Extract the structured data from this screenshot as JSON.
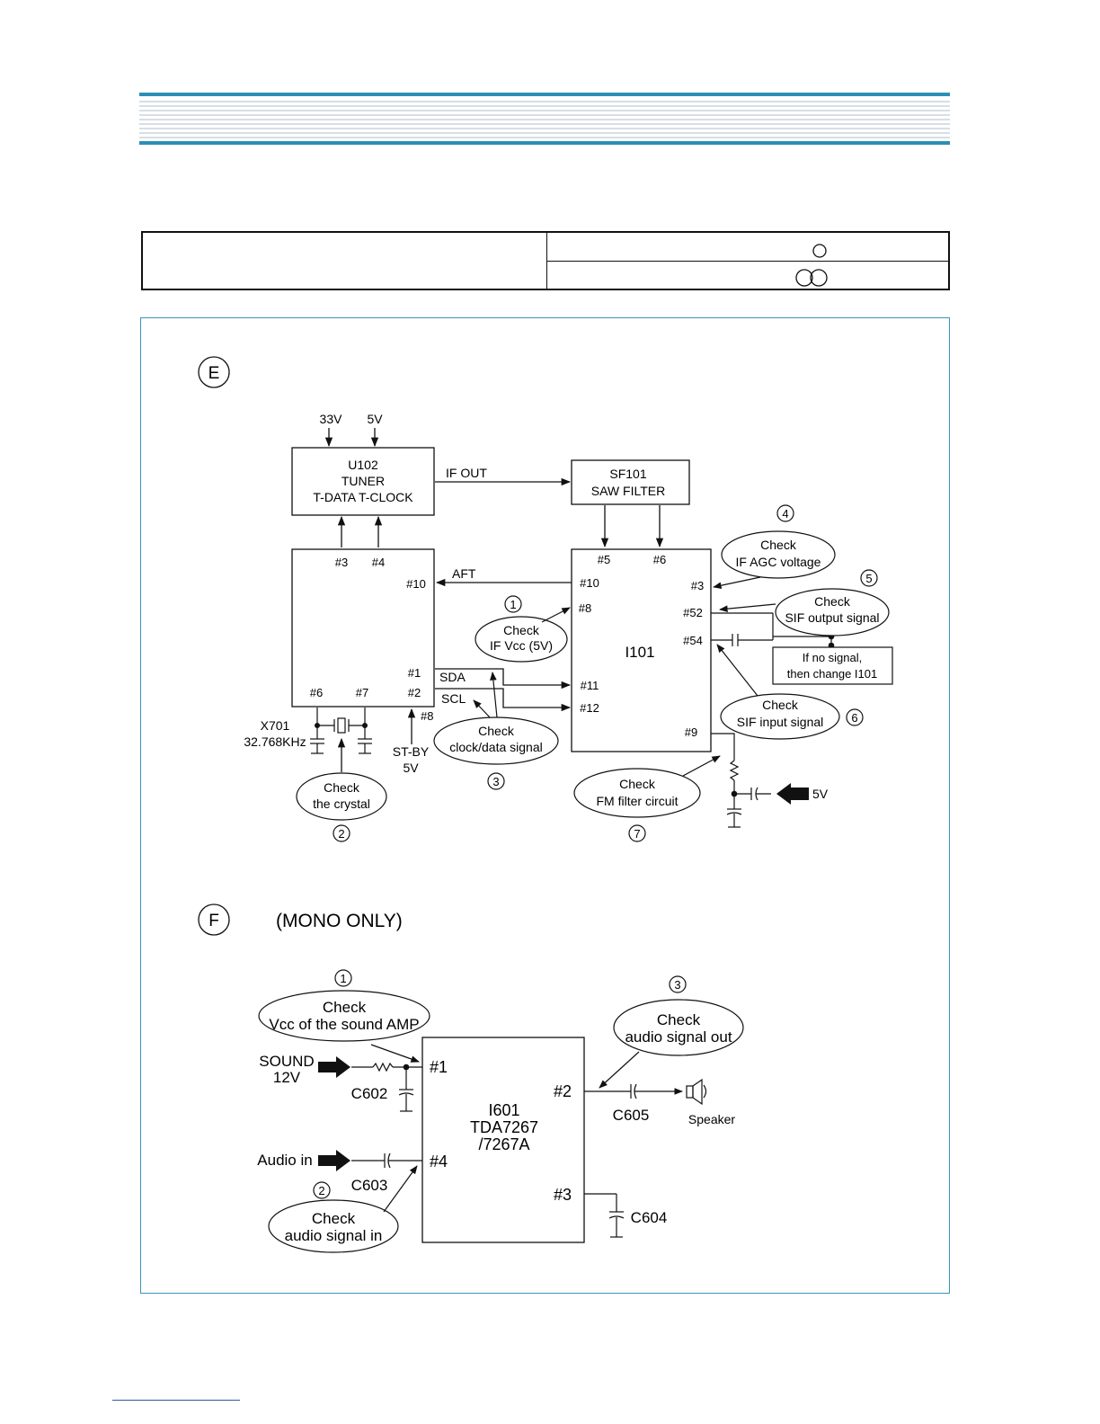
{
  "section_e": {
    "marker": "E",
    "tuner": {
      "line1": "U102",
      "line2": "TUNER",
      "line3": "T-DATA  T-CLOCK"
    },
    "supply_33v": "33V",
    "supply_5v_tuner": "5V",
    "if_out": "IF OUT",
    "saw_filter": {
      "line1": "SF101",
      "line2": "SAW FILTER"
    },
    "micom_pins": {
      "p3": "#3",
      "p4": "#4",
      "p10": "#10",
      "p1": "#1",
      "p2": "#2",
      "p6": "#6",
      "p7": "#7",
      "p8": "#8"
    },
    "aft": "AFT",
    "sda": "SDA",
    "scl": "SCL",
    "ic_name": "I101",
    "ic_pins": {
      "p5": "#5",
      "p6": "#6",
      "p10": "#10",
      "p8": "#8",
      "p3": "#3",
      "p52": "#52",
      "p54": "#54",
      "p11": "#11",
      "p12": "#12",
      "p9": "#9"
    },
    "crystal": {
      "line1": "X701",
      "line2": "32.768KHz"
    },
    "standby": {
      "line1": "ST-BY",
      "line2": "5V"
    },
    "supply_5v_fm": "5V",
    "no_signal_box": {
      "line1": "If no signal,",
      "line2": "then change I101"
    },
    "checks": [
      {
        "num": "1",
        "line1": "Check",
        "line2": "IF Vcc (5V)"
      },
      {
        "num": "2",
        "line1": "Check",
        "line2": "the crystal"
      },
      {
        "num": "3",
        "line1": "Check",
        "line2": "clock/data signal"
      },
      {
        "num": "4",
        "line1": "Check",
        "line2": "IF AGC voltage"
      },
      {
        "num": "5",
        "line1": "Check",
        "line2": "SIF output signal"
      },
      {
        "num": "6",
        "line1": "Check",
        "line2": "SIF input signal"
      },
      {
        "num": "7",
        "line1": "Check",
        "line2": "FM filter circuit"
      }
    ]
  },
  "section_f": {
    "marker": "F",
    "heading": "(MONO ONLY)",
    "ic": {
      "line1": "I601",
      "line2": "TDA7267",
      "line3": "/7267A"
    },
    "pins": {
      "p1": "#1",
      "p2": "#2",
      "p3": "#3",
      "p4": "#4"
    },
    "sound_supply": {
      "line1": "SOUND",
      "line2": "12V"
    },
    "audio_in": "Audio in",
    "caps": {
      "c602": "C602",
      "c603": "C603",
      "c604": "C604",
      "c605": "C605"
    },
    "speaker": "Speaker",
    "checks": [
      {
        "num": "1",
        "line1": "Check",
        "line2": "Vcc of the sound AMP"
      },
      {
        "num": "2",
        "line1": "Check",
        "line2": "audio signal in"
      },
      {
        "num": "3",
        "line1": "Check",
        "line2": "audio signal out"
      }
    ]
  }
}
